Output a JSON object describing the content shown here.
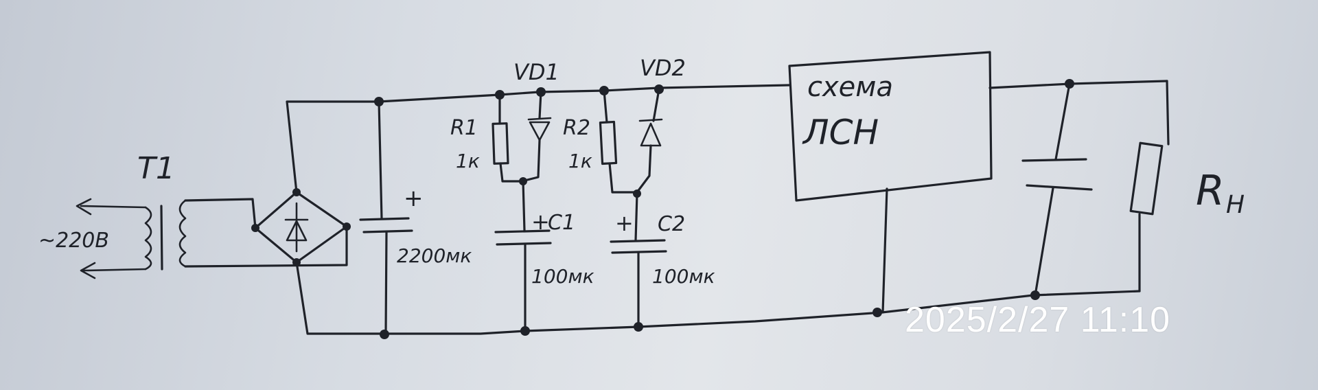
{
  "diagram": {
    "transformer": {
      "label": "T1",
      "input_label": "~220В"
    },
    "bridge": {
      "label": ""
    },
    "main_cap": {
      "value": "2200мк",
      "polarity": "+"
    },
    "r1": {
      "label": "R1",
      "value": "1к"
    },
    "r2": {
      "label": "R2",
      "value": "1к"
    },
    "vd1": {
      "label": "VD1"
    },
    "vd2": {
      "label": "VD2"
    },
    "c1": {
      "label": "C1",
      "value": "100мк",
      "polarity": "+"
    },
    "c2": {
      "label": "C2",
      "value": "100мк",
      "polarity": "+"
    },
    "block": {
      "line1": "схема",
      "line2": "ЛСН"
    },
    "load": {
      "label": "R",
      "subscript": "Н"
    }
  },
  "timestamp": "2025/2/27 11:10",
  "colors": {
    "ink": "#1f2229",
    "paper": "#d7dce3",
    "stamp": "#ffffff"
  }
}
